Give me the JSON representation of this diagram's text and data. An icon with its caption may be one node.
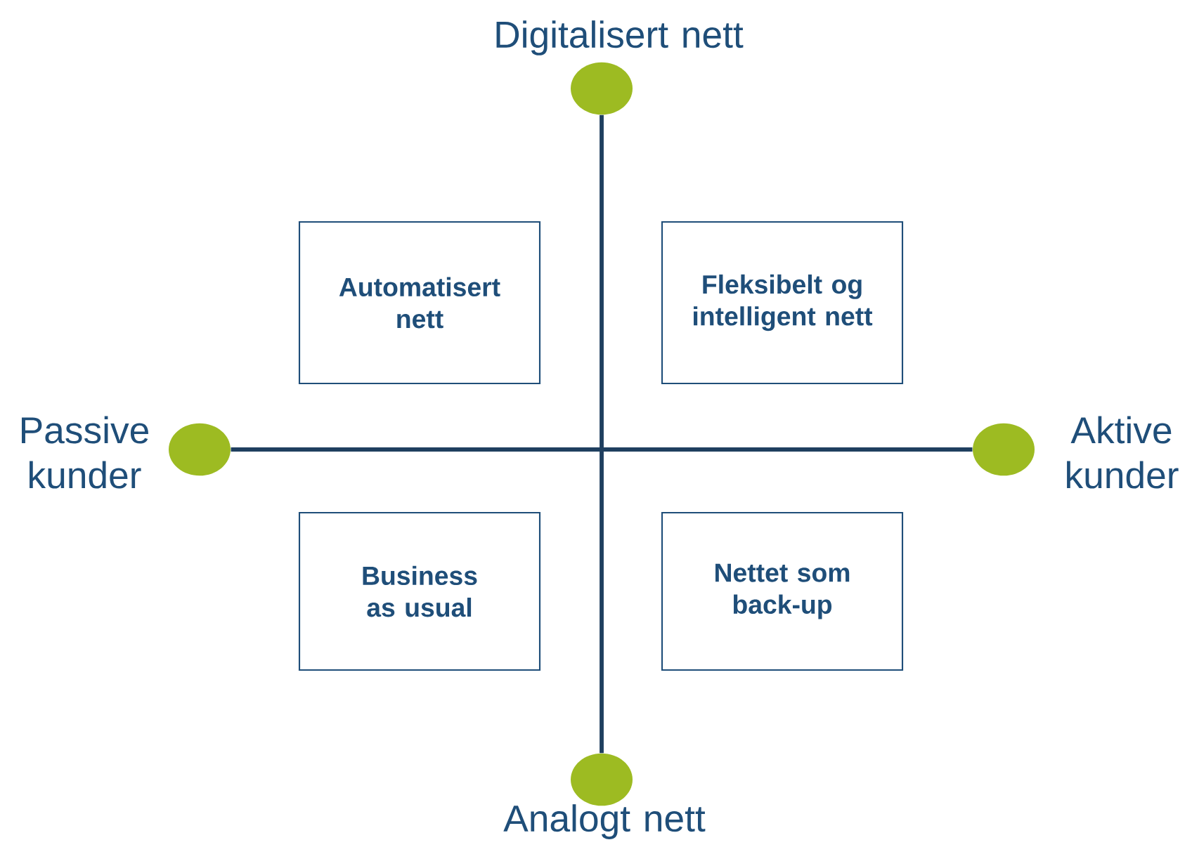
{
  "diagram": {
    "nodes": [
      {
        "text": [],
        "shape": "circle",
        "beside": [
          "Digitalisert nett"
        ]
      },
      {
        "text": [
          "Automatisert nett"
        ]
      },
      {
        "text": [
          "Fleksibelt og intelligent nett"
        ]
      },
      {
        "text": [],
        "shape": "circle",
        "beside": [
          "Passive kunder"
        ]
      },
      {
        "text": [],
        "shape": "circle",
        "beside": [
          "Aktive kunder"
        ]
      },
      {
        "text": [
          "Business as usual"
        ]
      },
      {
        "text": [
          "Nettet som back-up"
        ]
      },
      {
        "text": [],
        "shape": "circle",
        "beside": [
          "Analogt nett"
        ]
      }
    ],
    "edges": [
      {
        "from": 0,
        "to": 7,
        "arrow": "none"
      },
      {
        "from": 3,
        "to": 4,
        "arrow": "none"
      }
    ]
  }
}
